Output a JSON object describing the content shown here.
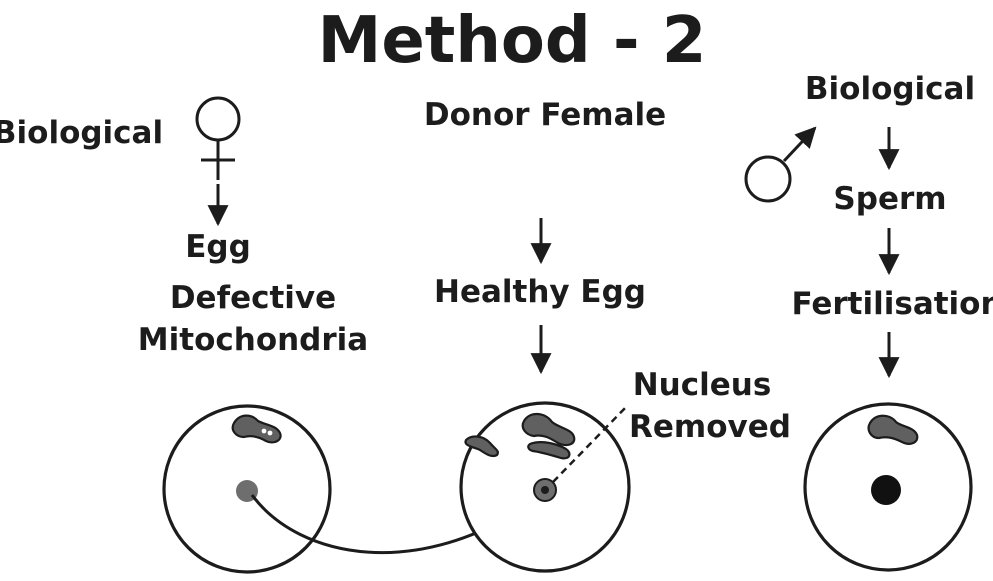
{
  "title": "Method - 2",
  "left": {
    "biological": "Biological",
    "egg": "Egg",
    "defective": "Defective",
    "mitochondria": "Mitochondria"
  },
  "middle": {
    "donor_female": "Donor Female",
    "healthy_egg": "Healthy Egg",
    "nucleus": "Nucleus",
    "removed": "Removed"
  },
  "right": {
    "biological": "Biological",
    "sperm": "Sperm",
    "fertilisation": "Fertilisation"
  },
  "colors": {
    "ink": "#1c1c1c",
    "mitochondria": "#606060",
    "nucleus_gray": "#6e6e6e",
    "nucleus_black": "#111111"
  }
}
